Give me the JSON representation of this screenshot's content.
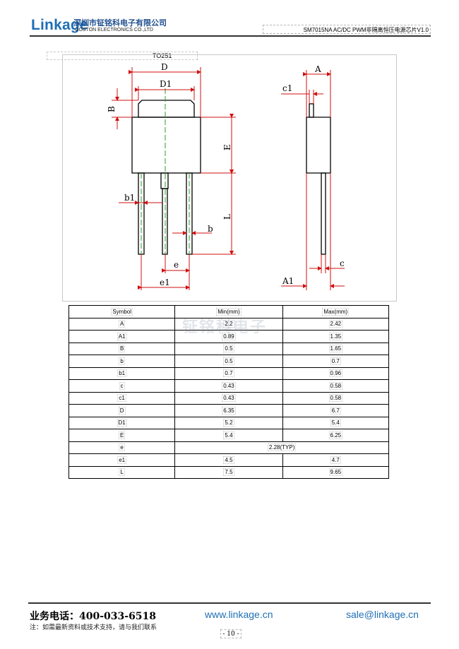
{
  "header": {
    "logo": "Linkage",
    "company_cn": "深圳市钲铭科电子有限公司",
    "company_en": "GOSTON ELECTRONICS CO.,LTD",
    "doc_title": "SM7015NA AC/DC PWM非隔离恒压电源芯片V1.0"
  },
  "drawing": {
    "title": "TO251",
    "labels": {
      "D": "D",
      "D1": "D1",
      "B": "B",
      "E": "E",
      "b1": "b1",
      "L": "L",
      "b": "b",
      "e": "e",
      "e1": "e1",
      "A": "A",
      "c1": "c1",
      "c": "c",
      "A1": "A1"
    }
  },
  "table": {
    "headers": [
      "Symbol",
      "Min(mm)",
      "Max(mm)"
    ],
    "rows": [
      {
        "symbol": "A",
        "min": "2.2",
        "max": "2.42"
      },
      {
        "symbol": "A1",
        "min": "0.89",
        "max": "1.35"
      },
      {
        "symbol": "B",
        "min": "0.5",
        "max": "1.65"
      },
      {
        "symbol": "b",
        "min": "0.5",
        "max": "0.7"
      },
      {
        "symbol": "b1",
        "min": "0.7",
        "max": "0.96"
      },
      {
        "symbol": "c",
        "min": "0.43",
        "max": "0.58"
      },
      {
        "symbol": "c1",
        "min": "0.43",
        "max": "0.58"
      },
      {
        "symbol": "D",
        "min": "6.35",
        "max": "6.7"
      },
      {
        "symbol": "D1",
        "min": "5.2",
        "max": "5.4"
      },
      {
        "symbol": "E",
        "min": "5.4",
        "max": "6.25"
      },
      {
        "symbol": "e",
        "typ": "2.28(TYP)"
      },
      {
        "symbol": "e1",
        "min": "4.5",
        "max": "4.7"
      },
      {
        "symbol": "L",
        "min": "7.5",
        "max": "9.65"
      }
    ]
  },
  "watermark": "钲铭科电子",
  "footer": {
    "phone": "业务电话：400-033-6518",
    "website": "www.linkage.cn",
    "email": "sale@linkage.cn",
    "note": "注：如需最新资料或技术支持，请与我们联系",
    "page": "- 10 -"
  },
  "colors": {
    "brand_blue": "#1f6fb5",
    "dim_red": "#d01010",
    "center_green": "#2e9e2e"
  }
}
